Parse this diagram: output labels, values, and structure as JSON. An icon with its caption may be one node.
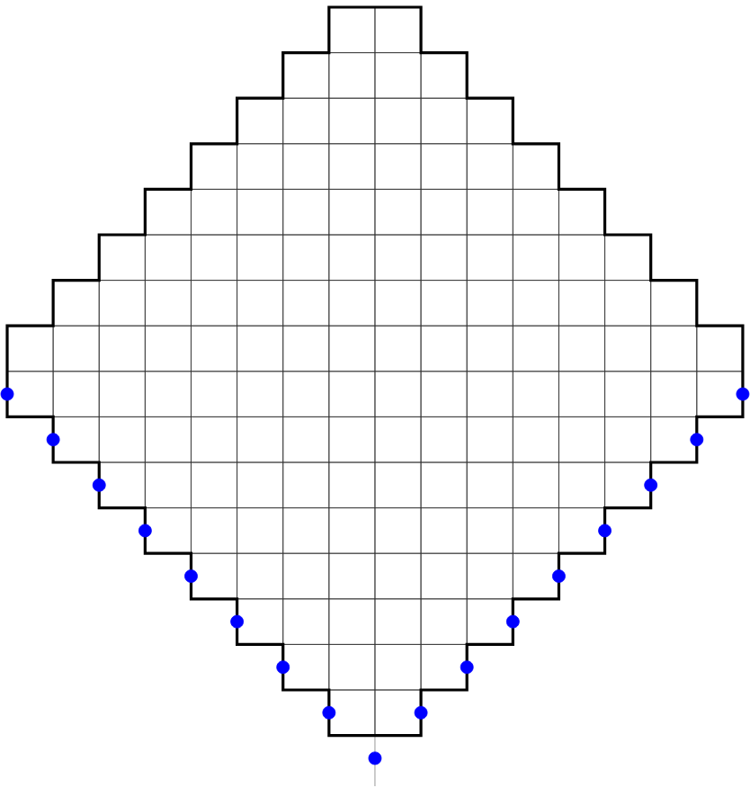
{
  "diagram": {
    "nodes": [
      {
        "text": [],
        "shape": "circle"
      },
      {
        "text": [],
        "shape": "circle"
      },
      {
        "text": [],
        "shape": "circle"
      },
      {
        "text": [],
        "shape": "circle"
      },
      {
        "text": [],
        "shape": "circle"
      },
      {
        "text": [],
        "shape": "circle"
      },
      {
        "text": [],
        "shape": "circle"
      },
      {
        "text": [],
        "shape": "circle"
      },
      {
        "text": [],
        "shape": "circle"
      },
      {
        "text": [],
        "shape": "circle"
      },
      {
        "text": [],
        "shape": "circle"
      },
      {
        "text": [],
        "shape": "circle"
      },
      {
        "text": [],
        "shape": "circle"
      },
      {
        "text": [],
        "shape": "circle"
      },
      {
        "text": [],
        "shape": "circle"
      },
      {
        "text": [],
        "shape": "circle"
      },
      {
        "text": [],
        "shape": "circle"
      }
    ]
  }
}
